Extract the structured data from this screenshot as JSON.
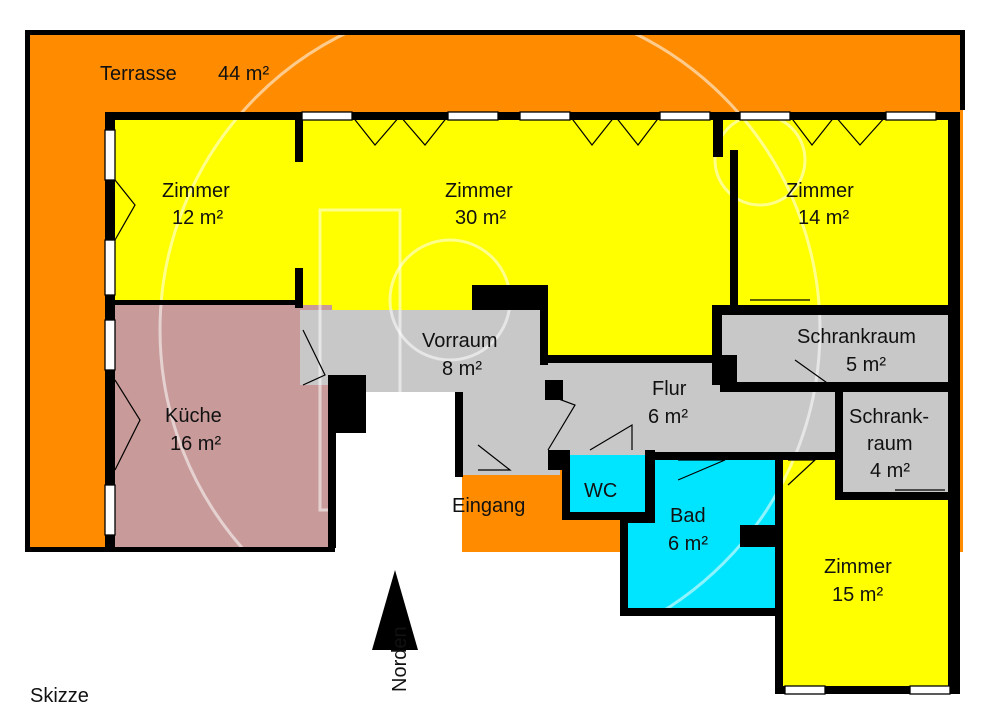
{
  "rooms": {
    "terrasse": {
      "name": "Terrasse",
      "area": "44 m²"
    },
    "zimmer12": {
      "name": "Zimmer",
      "area": "12 m²"
    },
    "zimmer30": {
      "name": "Zimmer",
      "area": "30 m²"
    },
    "zimmer14": {
      "name": "Zimmer",
      "area": "14 m²"
    },
    "kueche": {
      "name": "Küche",
      "area": "16 m²"
    },
    "vorraum": {
      "name": "Vorraum",
      "area": "8 m²"
    },
    "flur": {
      "name": "Flur",
      "area": "6 m²"
    },
    "schrankraum5": {
      "name": "Schrankraum",
      "area": "5 m²"
    },
    "schrankraum4": {
      "name_line1": "Schrank-",
      "name_line2": "raum",
      "area": "4 m²"
    },
    "wc": {
      "name": "WC"
    },
    "bad": {
      "name": "Bad",
      "area": "6 m²"
    },
    "zimmer15": {
      "name": "Zimmer",
      "area": "15 m²"
    }
  },
  "labels": {
    "entrance": "Eingang",
    "north": "Norden",
    "sketch": "Skizze"
  },
  "colors": {
    "terrace": "#ff8c00",
    "living": "#ffff00",
    "kitchen": "#c89a9a",
    "hall": "#c8c8c8",
    "bath": "#00e5ff",
    "wall": "#000000"
  }
}
